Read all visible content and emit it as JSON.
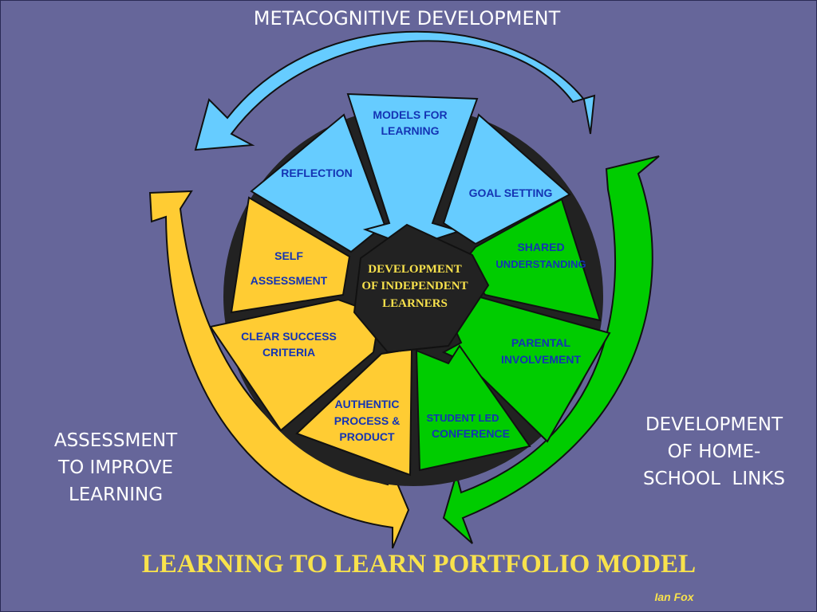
{
  "top_title": "METACOGNITIVE DEVELOPMENT",
  "center": [
    "DEVELOPMENT",
    "OF INDEPENDENT",
    "LEARNERS"
  ],
  "segments": {
    "models": [
      "MODELS FOR",
      "LEARNING"
    ],
    "goal": [
      "GOAL SETTING"
    ],
    "shared": [
      "SHARED",
      "UNDERSTANDING"
    ],
    "parental": [
      "PARENTAL",
      "INVOLVEMENT"
    ],
    "student": [
      "STUDENT LED",
      "CONFERENCE"
    ],
    "authentic": [
      "AUTHENTIC",
      "PROCESS &",
      "PRODUCT"
    ],
    "criteria": [
      "CLEAR SUCCESS",
      "CRITERIA"
    ],
    "self": [
      "SELF",
      "ASSESSMENT"
    ],
    "reflection": [
      "REFLECTION"
    ]
  },
  "left_caption": [
    "ASSESSMENT",
    "TO IMPROVE",
    "LEARNING"
  ],
  "right_caption": [
    "DEVELOPMENT",
    "OF HOME-",
    "SCHOOL  LINKS"
  ],
  "main_title": "LEARNING TO LEARN PORTFOLIO MODEL",
  "author": "Ian Fox",
  "colors": {
    "background": "#66669a",
    "blue_group": "#66ccff",
    "green_group": "#00cc00",
    "yellow_group": "#ffcc33",
    "hub": "#222222",
    "segment_text": "#1434b4",
    "title_text": "#f8e24c"
  }
}
